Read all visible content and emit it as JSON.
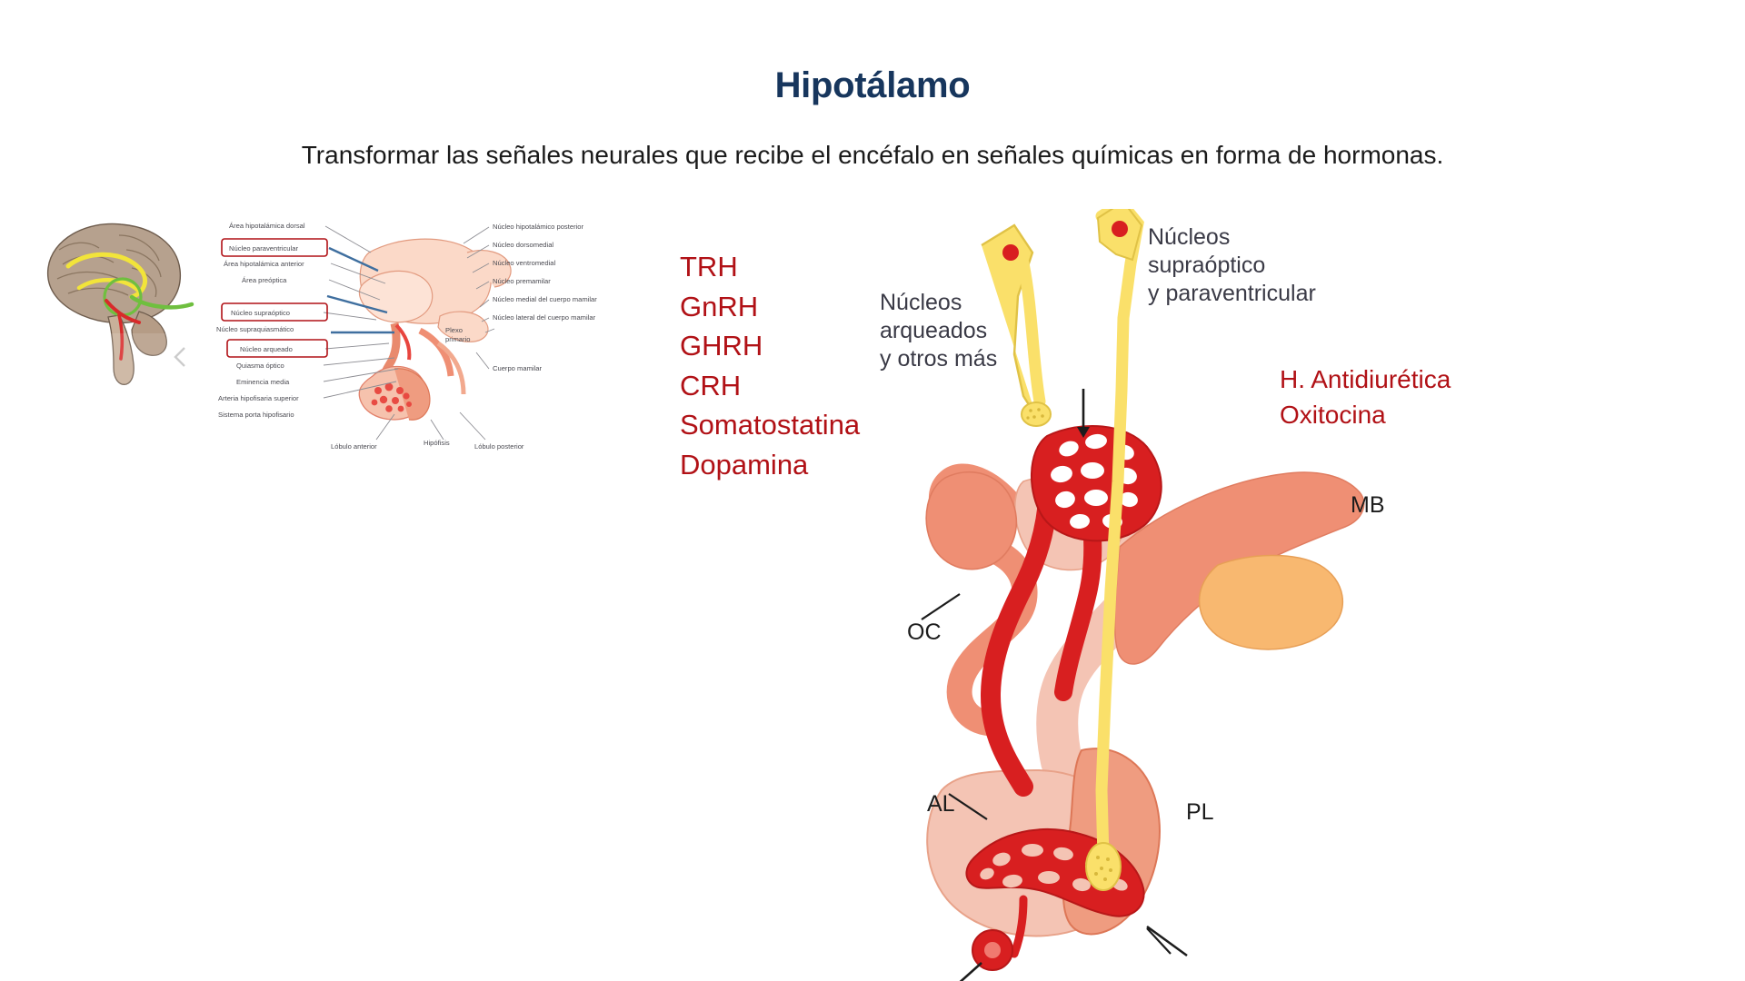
{
  "header": {
    "title": "Hipotálamo",
    "subtitle": "Transformar las señales neurales que recibe el encéfalo en señales químicas en forma de hormonas.",
    "title_color": "#17365d"
  },
  "hormones": {
    "color": "#b11116",
    "items": [
      "TRH",
      "GnRH",
      "GHRH",
      "CRH",
      "Somatostatina",
      "Dopamina"
    ]
  },
  "atlas_diagram": {
    "left_labels": [
      "Área hipotalámica dorsal",
      "Núcleo paraventricular",
      "Área hipotalámica anterior",
      "Área preóptica",
      "Núcleo supraóptico",
      "Núcleo supraquiasmático",
      "Núcleo arqueado",
      "Quiasma óptico",
      "Eminencia media",
      "Arteria hipofisaria superior",
      "Sistema porta hipofisario"
    ],
    "boxed_labels": [
      "Núcleo paraventricular",
      "Núcleo supraóptico",
      "Núcleo arqueado"
    ],
    "right_labels": [
      "Núcleo hipotalámico posterior",
      "Núcleo dorsomedial",
      "Núcleo ventromedial",
      "Núcleo premamilar",
      "Núcleo medial del cuerpo mamilar",
      "Núcleo lateral del cuerpo mamilar",
      "Cuerpo mamilar"
    ],
    "right_stacked_label": "Plexo\nprimario",
    "bottom_labels": [
      "Lóbulo anterior",
      "Hipófisis",
      "Lóbulo posterior"
    ],
    "box_border_color": "#b11116"
  },
  "main_figure": {
    "callouts": [
      {
        "name": "arqueados",
        "text": "Núcleos\narqueados\ny otros más"
      },
      {
        "name": "supraoptico",
        "text": "Núcleos\nsupraóptico\ny paraventricular"
      }
    ],
    "red_callout": "H. Antidiurética\nOxitocina",
    "tags": {
      "oc": "OC",
      "al": "AL",
      "pl": "PL",
      "mb": "MB"
    },
    "colors": {
      "salmon": "#ef8f74",
      "pale_pink": "#f4c4b4",
      "red": "#d81f20",
      "yellow": "#fae06a",
      "orange": "#f8b870"
    }
  }
}
